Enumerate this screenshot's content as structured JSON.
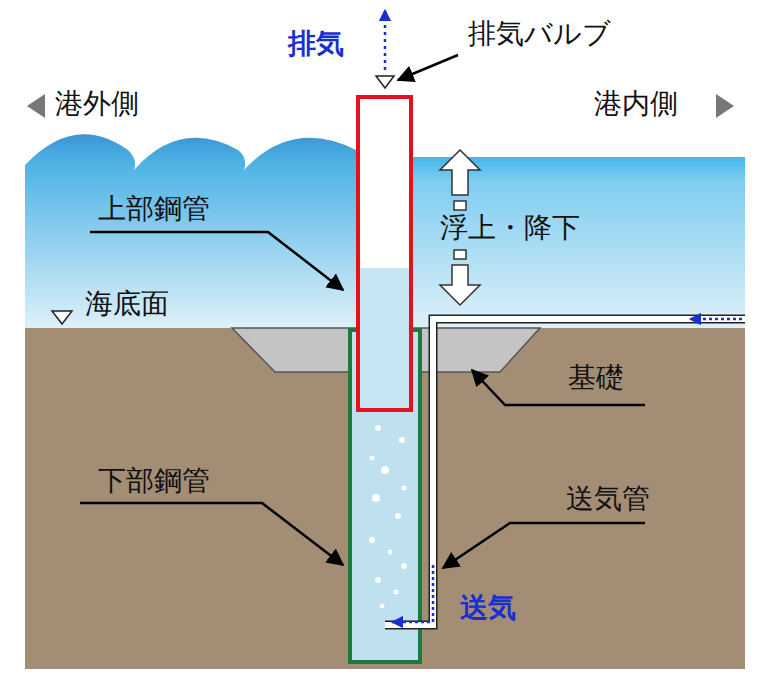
{
  "diagram": {
    "labels": [
      "排気",
      "排気バルブ",
      "港外側",
      "港内側",
      "上部鋼管",
      "浮上・降下",
      "海底面",
      "基礎",
      "下部鋼管",
      "送気管",
      "送気"
    ]
  }
}
